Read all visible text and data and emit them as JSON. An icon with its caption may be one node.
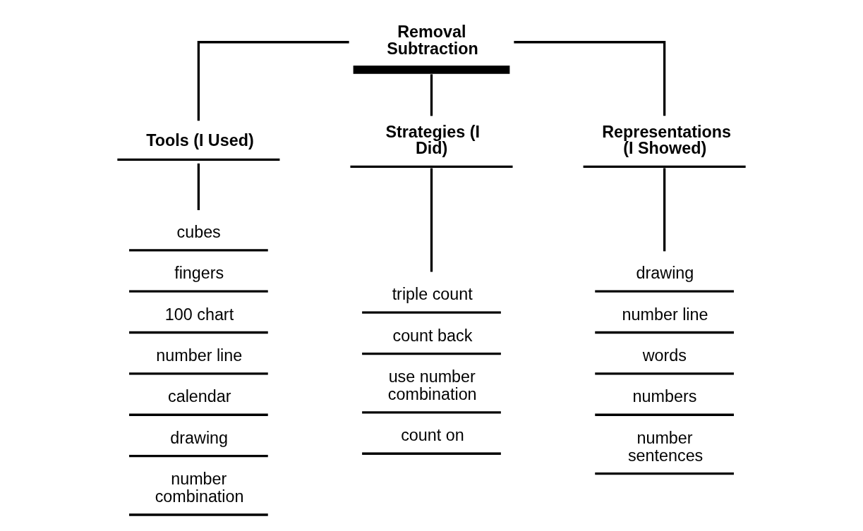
{
  "diagram": {
    "nodes": [
      {
        "text": [
          "Removal Subtraction"
        ]
      },
      {
        "text": [
          "Tools (I Used)"
        ]
      },
      {
        "text": [
          "Strategies (I Did)"
        ]
      },
      {
        "text": [
          "Representations (I Showed)"
        ]
      },
      {
        "text": [
          "cubes",
          "fingers",
          "100 chart",
          "number line",
          "calendar",
          "drawing",
          "number combination"
        ]
      },
      {
        "text": [
          "triple count",
          "count back",
          "use number combination",
          "count on"
        ]
      },
      {
        "text": [
          "drawing",
          "number line",
          "words",
          "numbers",
          "number sentences"
        ]
      }
    ],
    "edges": [
      {
        "from": 0,
        "to": 1,
        "arrow": "none"
      },
      {
        "from": 0,
        "to": 2,
        "arrow": "none"
      },
      {
        "from": 0,
        "to": 3,
        "arrow": "none"
      },
      {
        "from": 1,
        "to": 4,
        "arrow": "none"
      },
      {
        "from": 2,
        "to": 5,
        "arrow": "none"
      },
      {
        "from": 3,
        "to": 6,
        "arrow": "none"
      }
    ]
  }
}
